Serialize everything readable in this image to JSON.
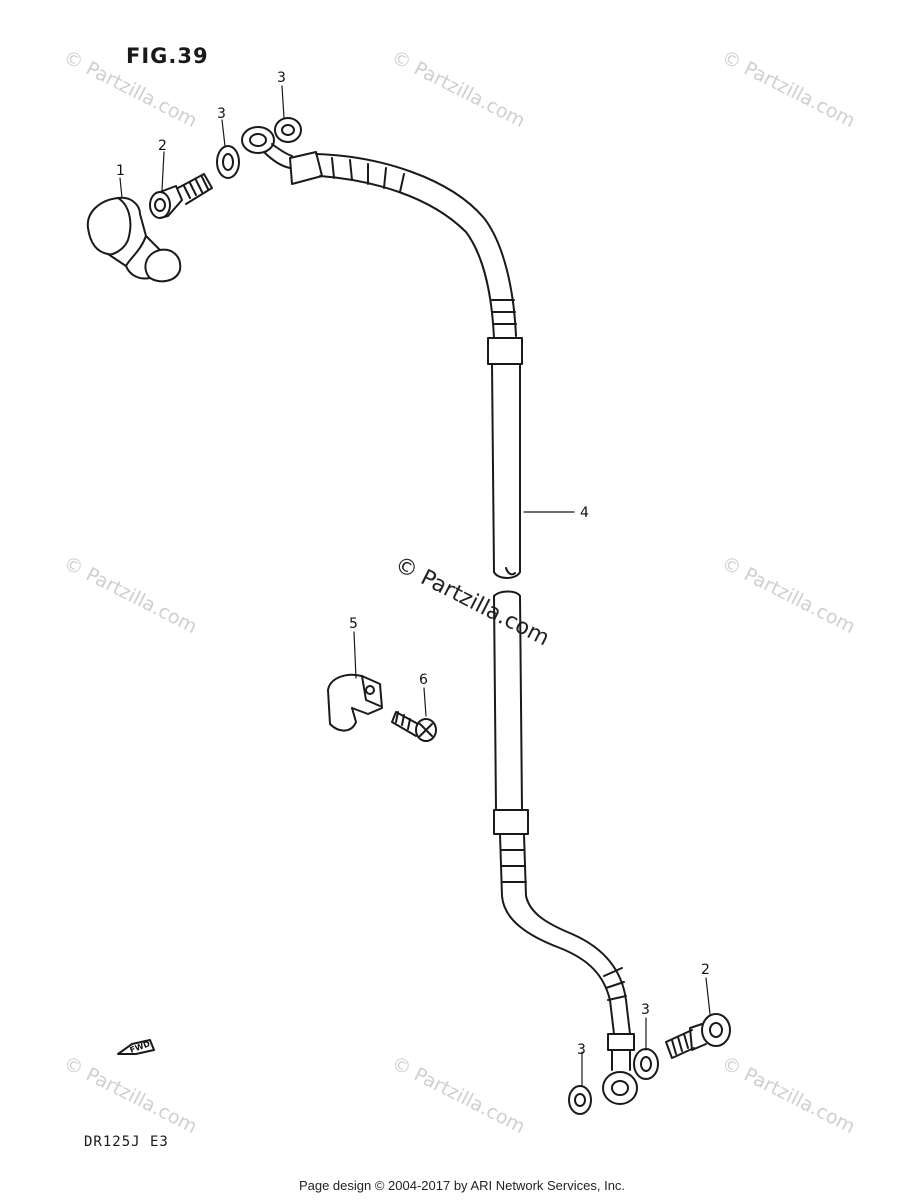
{
  "figure": {
    "title": "FIG.39",
    "model_code": "DR125J  E3"
  },
  "watermark": {
    "text": "© Partzilla.com"
  },
  "footer": {
    "text": "Page design © 2004-2017 by ARI Network Services, Inc."
  },
  "callouts": {
    "p1": "1",
    "p2a": "2",
    "p3a": "3",
    "p3b": "3",
    "p4": "4",
    "p5": "5",
    "p6": "6",
    "p2b": "2",
    "p3c": "3",
    "p3d": "3"
  },
  "direction_badge": {
    "text": "FWD"
  },
  "colors": {
    "line": "#1a1a1a",
    "watermark": "#cfcfcf"
  }
}
